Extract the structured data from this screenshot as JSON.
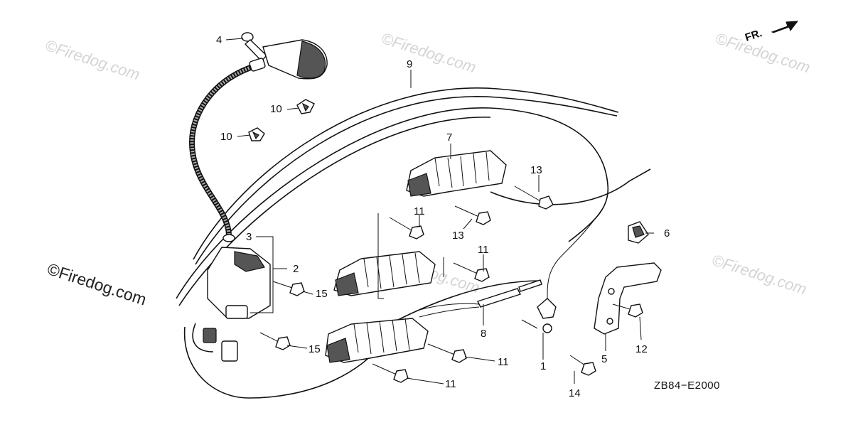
{
  "diagram_code": "ZB84−E2000",
  "direction_label": "FR.",
  "watermark_text": "©Firedog.com",
  "callouts": [
    {
      "id": "c4",
      "text": "4"
    },
    {
      "id": "c9",
      "text": "9"
    },
    {
      "id": "c10a",
      "text": "10"
    },
    {
      "id": "c10b",
      "text": "10"
    },
    {
      "id": "c7",
      "text": "7"
    },
    {
      "id": "c13a",
      "text": "13"
    },
    {
      "id": "c11a",
      "text": "11"
    },
    {
      "id": "c13b",
      "text": "13"
    },
    {
      "id": "c6",
      "text": "6"
    },
    {
      "id": "c3",
      "text": "3"
    },
    {
      "id": "c2",
      "text": "2"
    },
    {
      "id": "c11b",
      "text": "11"
    },
    {
      "id": "c15a",
      "text": "15"
    },
    {
      "id": "c8",
      "text": "8"
    },
    {
      "id": "c15b",
      "text": "15"
    },
    {
      "id": "c11c",
      "text": "11"
    },
    {
      "id": "c11d",
      "text": "11"
    },
    {
      "id": "c1",
      "text": "1"
    },
    {
      "id": "c14",
      "text": "14"
    },
    {
      "id": "c5",
      "text": "5"
    },
    {
      "id": "c12",
      "text": "12"
    }
  ]
}
